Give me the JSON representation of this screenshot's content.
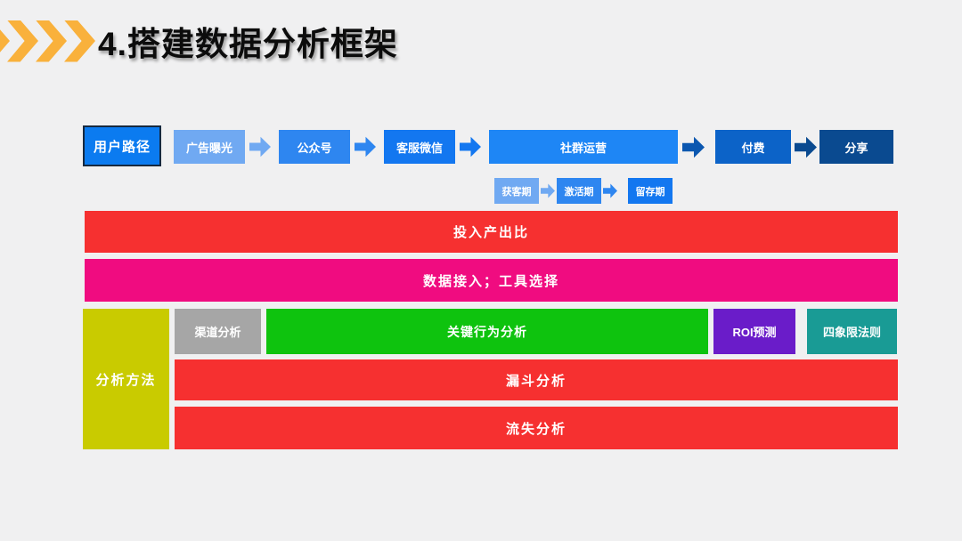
{
  "slide": {
    "title": "4.搭建数据分析框架"
  },
  "colors": {
    "chevron": "#f9b13c",
    "user_path_fill": "#0b7bf0",
    "user_path_border": "#16293f",
    "step_light": "#70a9f2",
    "step_medium": "#2e86f0",
    "step_strong": "#1377f0",
    "step_bright": "#1e86f5",
    "step_dark": "#0c63c8",
    "arrow_dark": "#0b57b0",
    "step_navy": "#0a4a90",
    "bar_red": "#f63030",
    "bar_pink": "#f00c80",
    "method_yellow": "#c9cb00",
    "channel_gray": "#a6a6a6",
    "behavior_green": "#0ec30e",
    "roi_purple": "#6a1cc9",
    "quadrant_teal": "#199b95"
  },
  "user_path": {
    "label": "用户路径",
    "steps": [
      {
        "label": "广告曝光"
      },
      {
        "label": "公众号"
      },
      {
        "label": "客服微信"
      },
      {
        "label": "社群运营"
      },
      {
        "label": "付费"
      },
      {
        "label": "分享"
      }
    ]
  },
  "lifecycle": {
    "steps": [
      {
        "label": "获客期"
      },
      {
        "label": "激活期"
      },
      {
        "label": "留存期"
      }
    ]
  },
  "bars": {
    "roi_ratio": "投入产出比",
    "data_access": "数据接入；工具选择",
    "funnel": "漏斗分析",
    "churn": "流失分析"
  },
  "methods": {
    "label": "分析方法",
    "channel": "渠道分析",
    "key_behavior": "关键行为分析",
    "roi_forecast": "ROI预测",
    "quadrant": "四象限法则"
  }
}
